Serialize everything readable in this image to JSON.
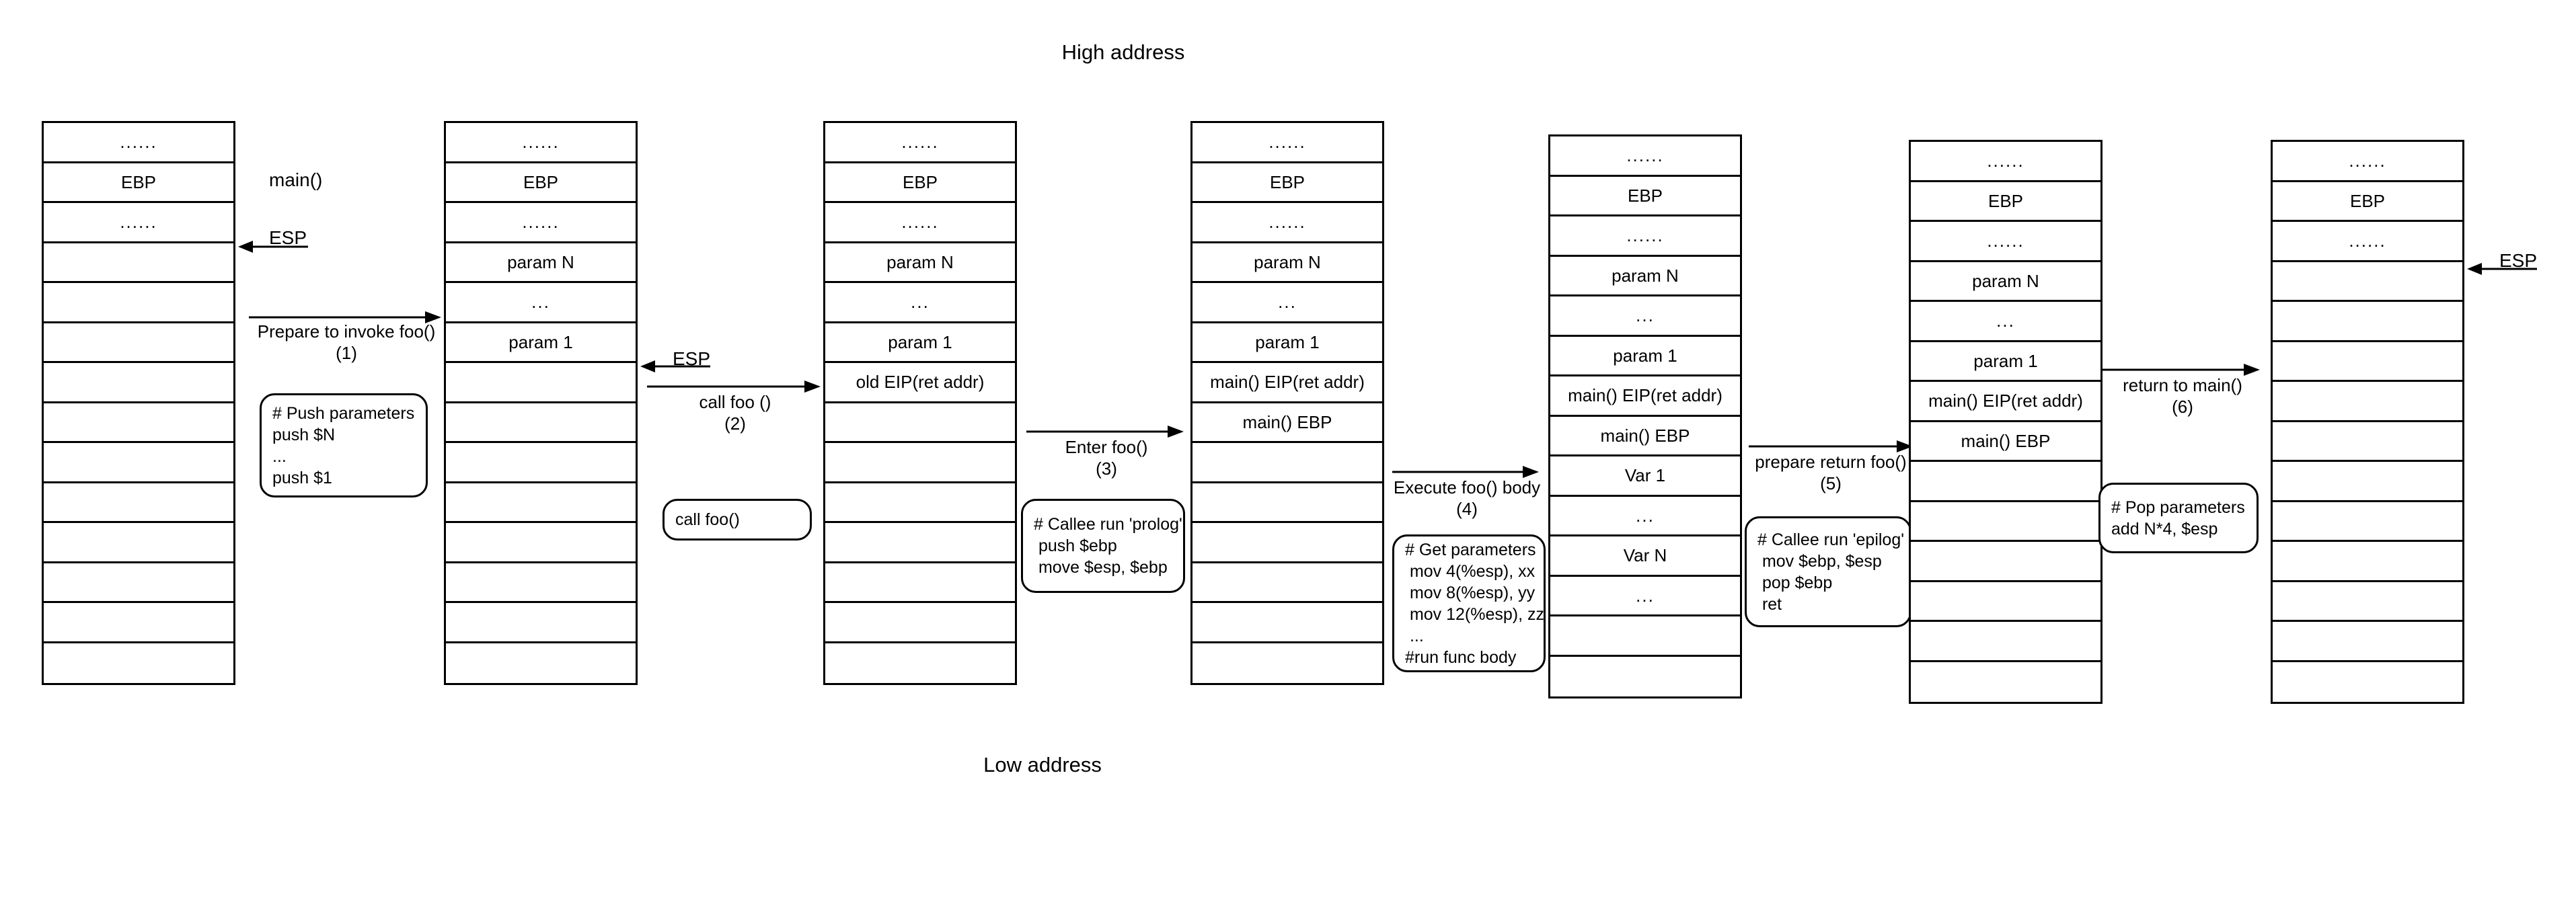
{
  "diagram": {
    "title_top": "High address",
    "title_bottom": "Low address",
    "caller_label": "main()",
    "esp_label_1": "ESP",
    "esp_label_2": "ESP",
    "esp_label_3": "ESP",
    "dots6": "......",
    "dots3": "...",
    "empty": ""
  },
  "stacks": [
    {
      "id": "stack-1-initial",
      "cells": [
        "......",
        "EBP",
        "......",
        "",
        "",
        "",
        "",
        "",
        "",
        "",
        "",
        "",
        "",
        ""
      ]
    },
    {
      "id": "stack-2-params-pushed",
      "cells": [
        "......",
        "EBP",
        "......",
        "param N",
        "...",
        "param 1",
        "",
        "",
        "",
        "",
        "",
        "",
        "",
        ""
      ]
    },
    {
      "id": "stack-3-retaddr-pushed",
      "cells": [
        "......",
        "EBP",
        "......",
        "param N",
        "...",
        "param 1",
        "old EIP(ret addr)",
        "",
        "",
        "",
        "",
        "",
        "",
        ""
      ]
    },
    {
      "id": "stack-4-prolog-done",
      "cells": [
        "......",
        "EBP",
        "......",
        "param N",
        "...",
        "param 1",
        "main() EIP(ret addr)",
        "main() EBP",
        "",
        "",
        "",
        "",
        "",
        ""
      ]
    },
    {
      "id": "stack-5-locals-allocated",
      "cells": [
        "......",
        "EBP",
        "......",
        "param N",
        "...",
        "param 1",
        "main() EIP(ret addr)",
        "main() EBP",
        "Var 1",
        "...",
        "Var N",
        "...",
        "",
        ""
      ]
    },
    {
      "id": "stack-6-epilog-done",
      "cells": [
        "......",
        "EBP",
        "......",
        "param N",
        "...",
        "param 1",
        "main() EIP(ret addr)",
        "main() EBP",
        "",
        "",
        "",
        "",
        "",
        ""
      ]
    },
    {
      "id": "stack-7-params-popped",
      "cells": [
        "......",
        "EBP",
        "......",
        "",
        "",
        "",
        "",
        "",
        "",
        "",
        "",
        "",
        "",
        ""
      ]
    }
  ],
  "transitions": [
    {
      "id": "t1",
      "caption": "Prepare to invoke foo()",
      "step": "(1)"
    },
    {
      "id": "t2",
      "caption": "call foo ()",
      "step": "(2)"
    },
    {
      "id": "t3",
      "caption": "Enter foo()",
      "step": "(3)"
    },
    {
      "id": "t4",
      "caption": "Execute foo() body",
      "step": "(4)"
    },
    {
      "id": "t5",
      "caption": "prepare return foo()",
      "step": "(5)"
    },
    {
      "id": "t6",
      "caption": "return to main()",
      "step": "(6)"
    }
  ],
  "callouts": [
    {
      "id": "c1",
      "text": "# Push parameters\npush $N\n...\npush $1"
    },
    {
      "id": "c2",
      "text": "call foo()"
    },
    {
      "id": "c3",
      "text": "# Callee run 'prolog'\n push $ebp\n move $esp, $ebp"
    },
    {
      "id": "c4",
      "text": "# Get parameters\n mov 4(%esp), xx\n mov 8(%esp), yy\n mov 12(%esp), zz\n ...\n#run func body"
    },
    {
      "id": "c5",
      "text": "# Callee run 'epilog'\n mov $ebp, $esp\n pop $ebp\n ret"
    },
    {
      "id": "c6",
      "text": "# Pop parameters\nadd N*4, $esp"
    }
  ],
  "colors": {
    "stroke": "#000000",
    "background": "#ffffff"
  }
}
